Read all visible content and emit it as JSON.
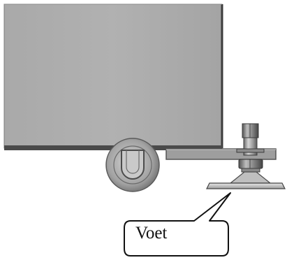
{
  "diagram": {
    "callout": {
      "label": "Voet"
    },
    "parts": {
      "cabinet": "cabinet-body",
      "wheel": "caster-wheel",
      "foot": "leveling-foot"
    }
  }
}
